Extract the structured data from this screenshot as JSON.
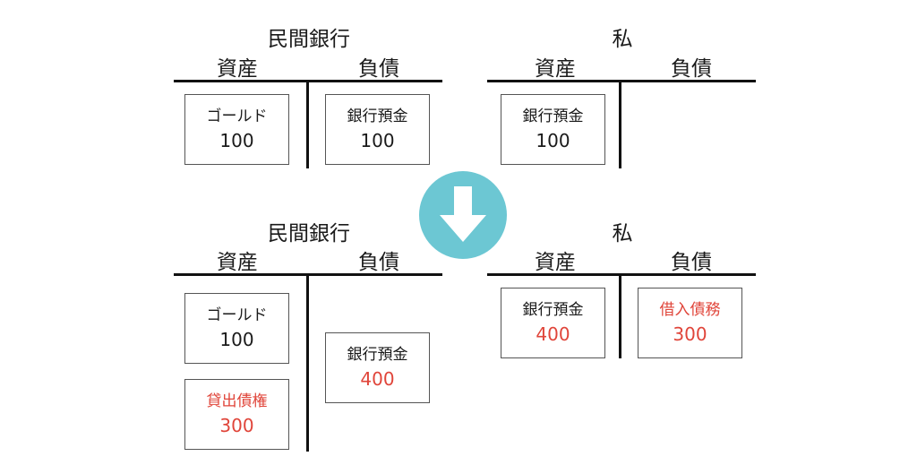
{
  "before": {
    "bank": {
      "title": "民間銀行",
      "assets_header": "資産",
      "liabilities_header": "負債",
      "assets": [
        {
          "label": "ゴールド",
          "amount": "100",
          "highlight": false
        }
      ],
      "liabilities": [
        {
          "label": "銀行預金",
          "amount": "100",
          "highlight": false
        }
      ]
    },
    "me": {
      "title": "私",
      "assets_header": "資産",
      "liabilities_header": "負債",
      "assets": [
        {
          "label": "銀行預金",
          "amount": "100",
          "highlight": false
        }
      ],
      "liabilities": []
    }
  },
  "after": {
    "bank": {
      "title": "民間銀行",
      "assets_header": "資産",
      "liabilities_header": "負債",
      "assets": [
        {
          "label": "ゴールド",
          "amount": "100",
          "highlight": false
        },
        {
          "label": "貸出債権",
          "amount": "300",
          "highlight": true
        }
      ],
      "liabilities": [
        {
          "label": "銀行預金",
          "amount": "400",
          "highlight": "amount"
        }
      ]
    },
    "me": {
      "title": "私",
      "assets_header": "資産",
      "liabilities_header": "負債",
      "assets": [
        {
          "label": "銀行預金",
          "amount": "400",
          "highlight": "amount"
        }
      ],
      "liabilities": [
        {
          "label": "借入債務",
          "amount": "300",
          "highlight": true
        }
      ]
    }
  },
  "colors": {
    "arrow_circle": "#6cc7d3",
    "arrow": "#ffffff",
    "highlight_text": "#e0453a",
    "line": "#111111"
  },
  "arrow_icon": "down-arrow-icon"
}
